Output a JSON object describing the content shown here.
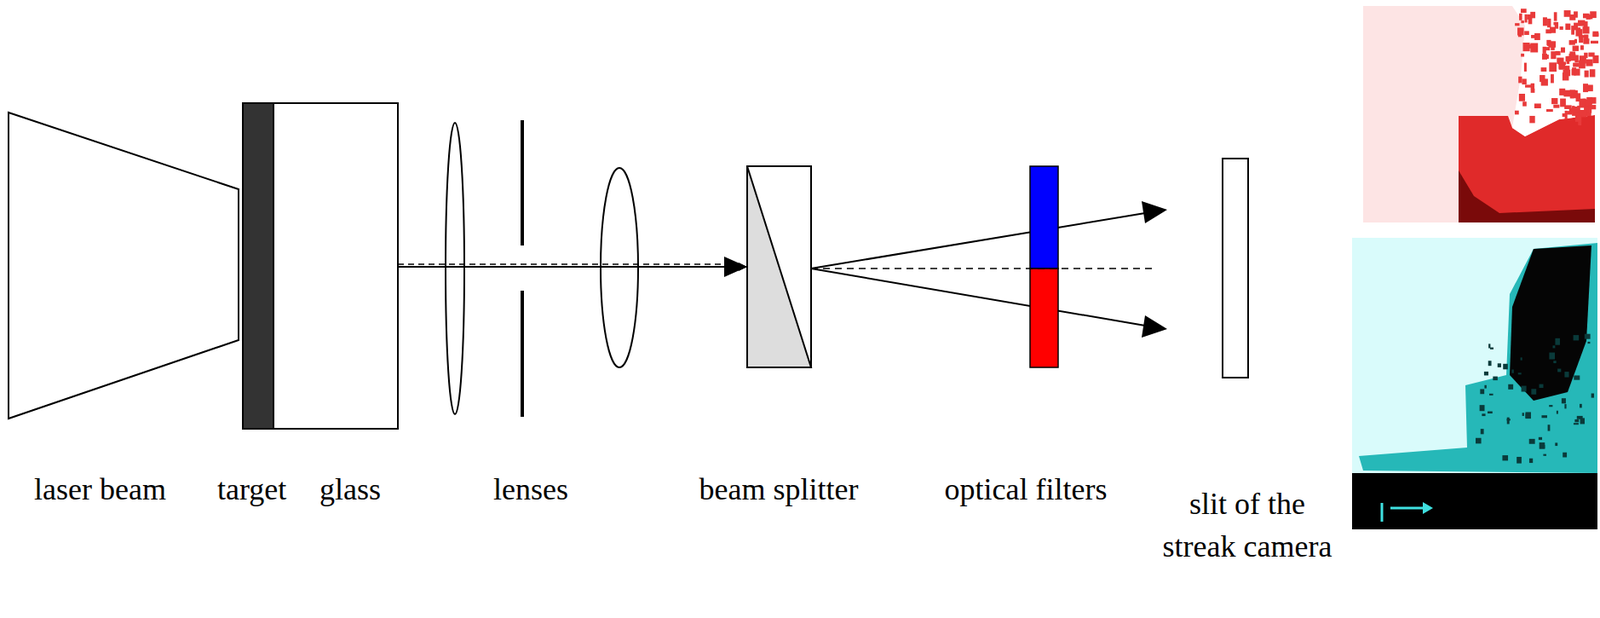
{
  "diagram": {
    "labels": [
      "laser beam",
      "target",
      "glass",
      "lenses",
      "beam splitter",
      "optical filters",
      "slit of the streak camera"
    ]
  }
}
